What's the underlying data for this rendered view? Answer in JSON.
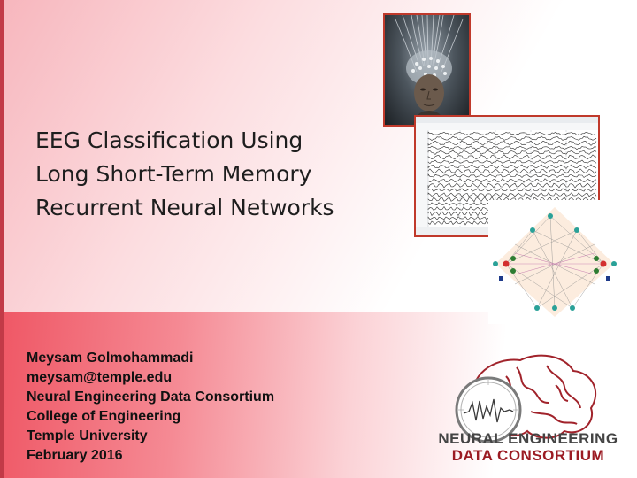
{
  "title": {
    "line1": "EEG Classification Using",
    "line2": "Long Short-Term Memory",
    "line3": "Recurrent Neural Networks"
  },
  "author": {
    "name": "Meysam Golmohammadi",
    "email": "meysam@temple.edu",
    "group": "Neural Engineering Data Consortium",
    "college": "College of Engineering",
    "university": "Temple University",
    "date": "February 2016"
  },
  "logo": {
    "line1": "NEURAL ENGINEERING",
    "line2": "DATA CONSORTIUM"
  },
  "colors": {
    "accent": "#c0392b",
    "logo_dark_red": "#9b1b23",
    "logo_gray": "#444444"
  }
}
